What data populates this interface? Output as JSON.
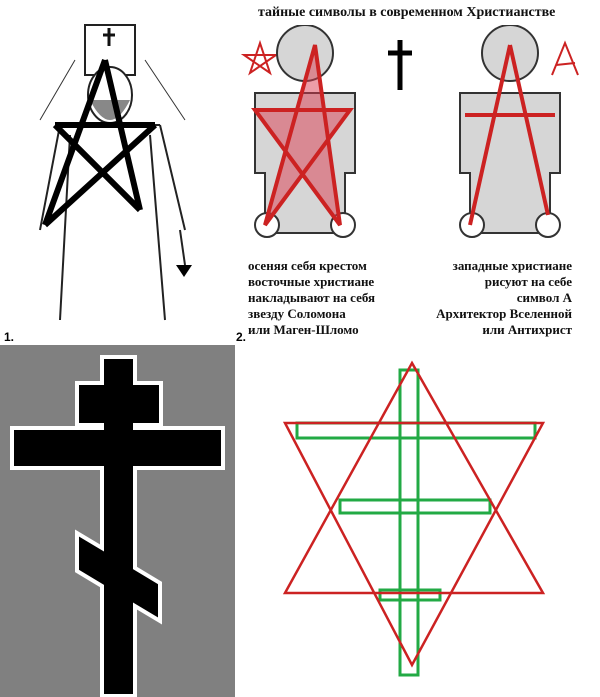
{
  "top_right": {
    "title": "тайные символы в современном Христианстве",
    "left_caption": [
      "осеняя себя крестом",
      "восточные христиане",
      "накладывают на себя",
      "звезду Соломона",
      "или Маген-Шломо"
    ],
    "right_caption": [
      "западные христиане",
      "рисуют на себе",
      "символ А",
      "Архитектор Вселенной",
      "или Антихрист"
    ]
  },
  "labels": {
    "one": "1.",
    "two": "2."
  },
  "colors": {
    "red": "#cc2222",
    "green": "#22aa44",
    "gray_panel": "#808080",
    "figure_gray": "#d6d6d6"
  }
}
